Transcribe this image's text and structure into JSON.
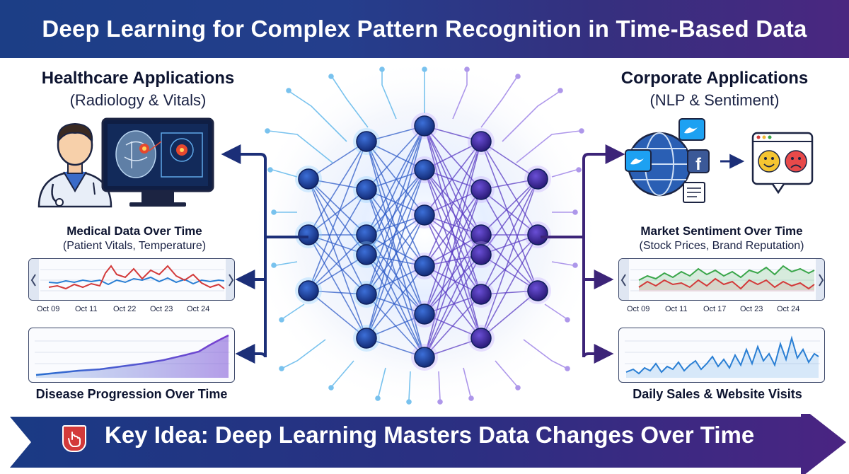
{
  "title": "Deep Learning for Complex Pattern Recognition in Time-Based Data",
  "left": {
    "heading": "Healthcare Applications",
    "subheading": "(Radiology & Vitals)",
    "chart1": {
      "title": "Medical Data Over Time",
      "subtitle": "(Patient Vitals, Temperature)",
      "ticks": [
        "Oct 09",
        "Oct 11",
        "Oct 22",
        "Oct 23",
        "Oct 24"
      ]
    },
    "chart2": {
      "caption": "Disease Progression Over Time"
    }
  },
  "right": {
    "heading": "Corporate Applications",
    "subheading": "(NLP & Sentiment)",
    "chart1": {
      "title": "Market Sentiment Over Time",
      "subtitle": "(Stock Prices, Brand Reputation)",
      "ticks": [
        "Oct 09",
        "Oct 11",
        "Oct 17",
        "Oct 23",
        "Oct 24"
      ]
    },
    "chart2": {
      "caption": "Daily Sales & Website Visits"
    }
  },
  "banner": {
    "text": "Key Idea: Deep Learning Masters Data Changes Over Time"
  },
  "colors": {
    "navy": "#1c3e86",
    "purple": "#4a2780",
    "red": "#d33a3a",
    "blue_line": "#2a7fd4",
    "green_line": "#3aa64a"
  }
}
